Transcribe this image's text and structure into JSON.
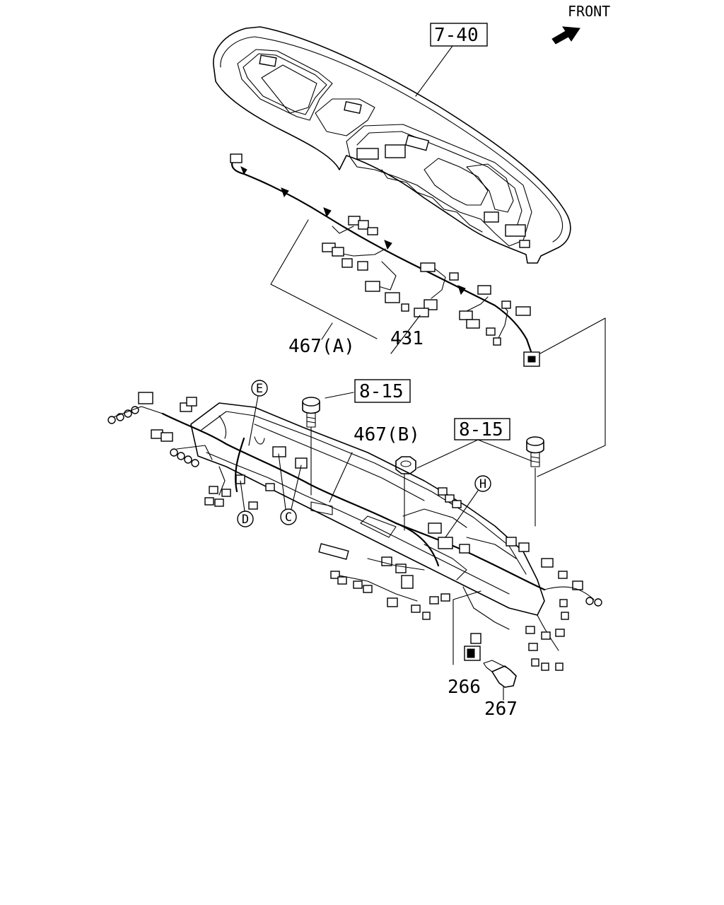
{
  "orientation": {
    "front_label": "FRONT",
    "arrow_icon": "front-arrow-icon"
  },
  "references": {
    "ref_7_40": "7-40",
    "ref_8_15_upper": "8-15",
    "ref_8_15_lower": "8-15"
  },
  "parts": {
    "p467a": "467(A)",
    "p431": "431",
    "p467b": "467(B)",
    "p266": "266",
    "p267": "267"
  },
  "connectors": {
    "c": "C",
    "d": "D",
    "e": "E",
    "h": "H"
  }
}
